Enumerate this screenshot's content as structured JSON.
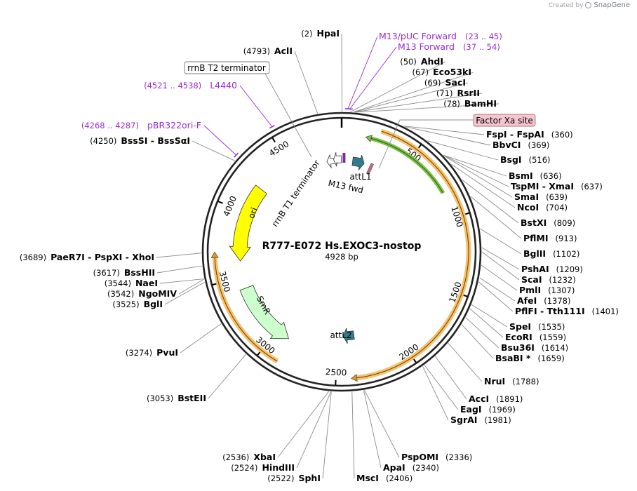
{
  "plasmid": {
    "name": "R777-E072 Hs.EXOC3-nostop",
    "length_label": "4928 bp",
    "length": 4928
  },
  "credit": {
    "prefix": "Created by",
    "brand": "SnapGene"
  },
  "ticks": [
    {
      "pos": 500,
      "label": "500"
    },
    {
      "pos": 1000,
      "label": "1000"
    },
    {
      "pos": 1500,
      "label": "1500"
    },
    {
      "pos": 2000,
      "label": "2000"
    },
    {
      "pos": 2500,
      "label": "2500"
    },
    {
      "pos": 3000,
      "label": "3000"
    },
    {
      "pos": 3500,
      "label": "3500"
    },
    {
      "pos": 4000,
      "label": "4000"
    },
    {
      "pos": 4500,
      "label": "4500"
    }
  ],
  "sites": [
    {
      "name": "HpaI",
      "pos_label": "(2)",
      "bp": 2
    },
    {
      "name": "AhdI",
      "pos_label": "(50)",
      "bp": 50
    },
    {
      "name": "Eco53kI",
      "pos_label": "(67)",
      "bp": 67
    },
    {
      "name": "SacI",
      "pos_label": "(69)",
      "bp": 69
    },
    {
      "name": "RsrII",
      "pos_label": "(71)",
      "bp": 71
    },
    {
      "name": "BamHI",
      "pos_label": "(78)",
      "bp": 78
    },
    {
      "name": "FspI  -  FspAI",
      "pos_label": "(360)",
      "bp": 360
    },
    {
      "name": "BbvCI",
      "pos_label": "(369)",
      "bp": 369
    },
    {
      "name": "BsgI",
      "pos_label": "(516)",
      "bp": 516
    },
    {
      "name": "BsmI",
      "pos_label": "(636)",
      "bp": 636
    },
    {
      "name": "TspMI  -  XmaI",
      "pos_label": "(637)",
      "bp": 637
    },
    {
      "name": "SmaI",
      "pos_label": "(639)",
      "bp": 639
    },
    {
      "name": "NcoI",
      "pos_label": "(704)",
      "bp": 704
    },
    {
      "name": "BstXI",
      "pos_label": "(809)",
      "bp": 809
    },
    {
      "name": "PflMI",
      "pos_label": "(913)",
      "bp": 913
    },
    {
      "name": "BglII",
      "pos_label": "(1102)",
      "bp": 1102
    },
    {
      "name": "PshAI",
      "pos_label": "(1209)",
      "bp": 1209
    },
    {
      "name": "ScaI",
      "pos_label": "(1232)",
      "bp": 1232
    },
    {
      "name": "PmlI",
      "pos_label": "(1307)",
      "bp": 1307
    },
    {
      "name": "AfeI",
      "pos_label": "(1378)",
      "bp": 1378
    },
    {
      "name": "PflFI  -  Tth111I",
      "pos_label": "(1401)",
      "bp": 1401
    },
    {
      "name": "SpeI",
      "pos_label": "(1535)",
      "bp": 1535
    },
    {
      "name": "EcoRI",
      "pos_label": "(1559)",
      "bp": 1559
    },
    {
      "name": "Bsu36I",
      "pos_label": "(1614)",
      "bp": 1614
    },
    {
      "name": "BsaBI *",
      "pos_label": "(1659)",
      "bp": 1659
    },
    {
      "name": "NruI",
      "pos_label": "(1788)",
      "bp": 1788
    },
    {
      "name": "AccI",
      "pos_label": "(1891)",
      "bp": 1891
    },
    {
      "name": "EagI",
      "pos_label": "(1969)",
      "bp": 1969
    },
    {
      "name": "SgrAI",
      "pos_label": "(1981)",
      "bp": 1981
    },
    {
      "name": "PspOMI",
      "pos_label": "(2336)",
      "bp": 2336
    },
    {
      "name": "ApaI",
      "pos_label": "(2340)",
      "bp": 2340
    },
    {
      "name": "MscI",
      "pos_label": "(2406)",
      "bp": 2406
    },
    {
      "name": "SphI",
      "pos_label": "(2522)",
      "bp": 2522
    },
    {
      "name": "HindIII",
      "pos_label": "(2524)",
      "bp": 2524
    },
    {
      "name": "XbaI",
      "pos_label": "(2536)",
      "bp": 2536
    },
    {
      "name": "BstEII",
      "pos_label": "(3053)",
      "bp": 3053
    },
    {
      "name": "PvuI",
      "pos_label": "(3274)",
      "bp": 3274
    },
    {
      "name": "BglI",
      "pos_label": "(3525)",
      "bp": 3525
    },
    {
      "name": "NgoMIV",
      "pos_label": "(3542)",
      "bp": 3542
    },
    {
      "name": "NaeI",
      "pos_label": "(3544)",
      "bp": 3544
    },
    {
      "name": "BssHII",
      "pos_label": "(3617)",
      "bp": 3617
    },
    {
      "name": "PaeR7I  -  PspXI  -  XhoI",
      "pos_label": "(3689)",
      "bp": 3689
    },
    {
      "name": "BssSI  -  BssSαI",
      "pos_label": "(4250)",
      "bp": 4250
    },
    {
      "name": "AclI",
      "pos_label": "(4793)",
      "bp": 4793
    }
  ],
  "primers": [
    {
      "name": "M13/pUC Forward",
      "pos_label": "(23 .. 45)",
      "bp": 34
    },
    {
      "name": "M13 Forward",
      "pos_label": "(37 .. 54)",
      "bp": 45
    },
    {
      "name": "L4440",
      "pos_label": "(4521 .. 4538)",
      "bp": 4530
    },
    {
      "name": "pBR322ori-F",
      "pos_label": "(4268 .. 4287)",
      "bp": 4278
    }
  ],
  "features": [
    {
      "name": "ori",
      "start": 3625,
      "end": 4214,
      "direction": "reverse",
      "color": "#ffff00"
    },
    {
      "name": "SmR",
      "start": 2894,
      "end": 3412,
      "direction": "reverse",
      "color": "#ccffcc"
    },
    {
      "name": "attL1",
      "start": 95,
      "end": 195,
      "direction": "forward",
      "color": "#2e7d8e"
    },
    {
      "name": "attL2",
      "start": 2350,
      "end": 2450,
      "direction": "forward",
      "color": "#2e7d8e"
    },
    {
      "name": "M13 fwd",
      "start": 30,
      "end": 50,
      "direction": "forward",
      "color": "#ffffff"
    },
    {
      "name": "rrnB T1 terminator",
      "start": 4800,
      "end": 4890,
      "direction": "reverse",
      "color": "#ffffff"
    }
  ],
  "labels": {
    "rrnB_T2": "rrnB T2 terminator",
    "factor_xa": "Factor Xa site",
    "rrnB_T1": "rrnB T1 terminator",
    "m13fwd": "M13 fwd",
    "attL1": "attL1",
    "attL2": "attL2",
    "ori": "ori",
    "smr": "SmR"
  },
  "colors": {
    "orf": "#f5c16b",
    "orf_arrow": "#e09a20",
    "green_orf": "#7bc043",
    "primer": "#9b2bd6",
    "factor_xa_fill": "#f5c6d0",
    "backbone": "#222222"
  }
}
